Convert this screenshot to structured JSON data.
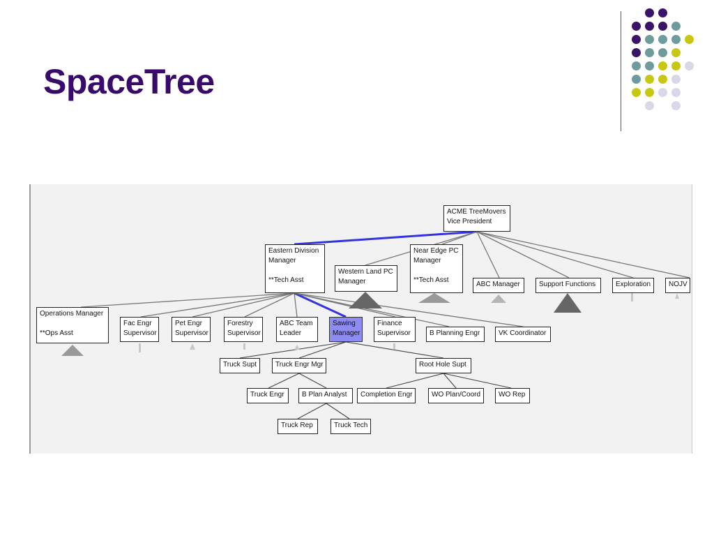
{
  "slide": {
    "title": "SpaceTree"
  },
  "colors": {
    "title": "#3a0a6b",
    "highlight_path": "#3333dd",
    "selected_node": "#8c8cf2",
    "dot_purple": "#3a1468",
    "dot_teal": "#6e9c9c",
    "dot_yellow": "#c8c814",
    "dot_lavender": "#d8d8e8"
  },
  "tree": {
    "root": {
      "label": "ACME TreeMovers\nVice President"
    },
    "level1": {
      "eastern": {
        "label": "Eastern Division\nManager\n\n**Tech Asst"
      },
      "western": {
        "label": "Western Land PC\nManager"
      },
      "near_edge": {
        "label": "Near Edge PC\nManager\n\n**Tech Asst"
      },
      "abc_manager": {
        "label": "ABC Manager"
      },
      "support": {
        "label": "Support Functions"
      },
      "exploration": {
        "label": "Exploration"
      },
      "nojv": {
        "label": "NOJV"
      }
    },
    "level2": {
      "operations": {
        "label": "Operations Manager\n\n**Ops Asst"
      },
      "fac_engr": {
        "label": "Fac Engr\nSupervisor"
      },
      "pet_engr": {
        "label": "Pet Engr\nSupervisor"
      },
      "forestry": {
        "label": "Forestry\nSupervisor"
      },
      "abc_team": {
        "label": "ABC Team\nLeader"
      },
      "sawing": {
        "label": "Sawing\nManager"
      },
      "finance": {
        "label": "Finance\nSupervisor"
      },
      "b_planning": {
        "label": "B Planning Engr"
      },
      "vk": {
        "label": "VK Coordinator"
      }
    },
    "level3": {
      "truck_supt": {
        "label": "Truck Supt"
      },
      "truck_engr_mgr": {
        "label": "Truck Engr Mgr"
      },
      "root_hole": {
        "label": "Root Hole Supt"
      }
    },
    "level4": {
      "truck_engr": {
        "label": "Truck Engr"
      },
      "b_plan_analyst": {
        "label": "B Plan Analyst"
      },
      "completion": {
        "label": "Completion Engr"
      },
      "wo_plan": {
        "label": "WO Plan/Coord"
      },
      "wo_rep": {
        "label": "WO Rep"
      }
    },
    "level5": {
      "truck_rep": {
        "label": "Truck Rep"
      },
      "truck_tech": {
        "label": "Truck Tech"
      }
    }
  }
}
